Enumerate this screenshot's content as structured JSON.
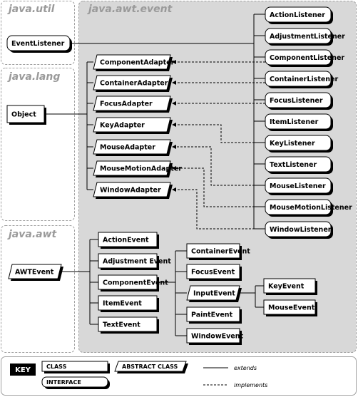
{
  "packages": {
    "util": "java.util",
    "lang": "java.lang",
    "awt": "java.awt",
    "event": "java.awt.event"
  },
  "classes": {
    "event_listener": "EventListener",
    "object": "Object",
    "awt_event": "AWTEvent",
    "adapters": [
      "ComponentAdapter",
      "ContainerAdapter",
      "FocusAdapter",
      "KeyAdapter",
      "MouseAdapter",
      "MouseMotionAdapter",
      "WindowAdapter"
    ],
    "listeners": [
      "ActionListener",
      "AdjustmentListener",
      "ComponentListener",
      "ContainerListener",
      "FocusListener",
      "ItemListener",
      "KeyListener",
      "TextListener",
      "MouseListener",
      "MouseMotionListener",
      "WindowListener"
    ],
    "events": [
      "ActionEvent",
      "Adjustment Event",
      "ComponentEvent",
      "ItemEvent",
      "TextEvent"
    ],
    "component_events": [
      "ContainerEvent",
      "FocusEvent",
      "InputEvent",
      "PaintEvent",
      "WindowEvent"
    ],
    "input_events": [
      "KeyEvent",
      "MouseEvent"
    ]
  },
  "key": {
    "title": "KEY",
    "class": "CLASS",
    "abstract_class": "ABSTRACT CLASS",
    "interface": "INTERFACE",
    "extends": "extends",
    "implements": "implements"
  },
  "colors": {
    "panel_light": "#ffffff",
    "panel_event": "#d8d8d8",
    "panel_border": "#a0a0a0",
    "title_gray": "#9a9a9a"
  }
}
